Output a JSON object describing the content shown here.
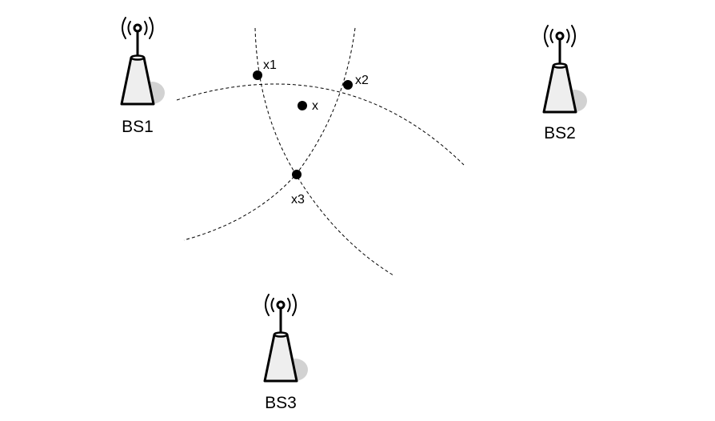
{
  "base_stations": [
    {
      "label": "BS1",
      "icon": "antenna-tower-icon"
    },
    {
      "label": "BS2",
      "icon": "antenna-tower-icon"
    },
    {
      "label": "BS3",
      "icon": "antenna-tower-icon"
    }
  ],
  "points": [
    {
      "label": "x1"
    },
    {
      "label": "x2"
    },
    {
      "label": "x"
    },
    {
      "label": "x3"
    }
  ],
  "range_arcs": [
    {
      "station": "BS1",
      "style": "dashed"
    },
    {
      "station": "BS2",
      "style": "dashed"
    },
    {
      "station": "BS3",
      "style": "dashed"
    }
  ],
  "colors": {
    "stroke": "#000000",
    "tower_fill": "#eeeeee",
    "shadow": "#d2d2d2",
    "background": "#ffffff"
  }
}
